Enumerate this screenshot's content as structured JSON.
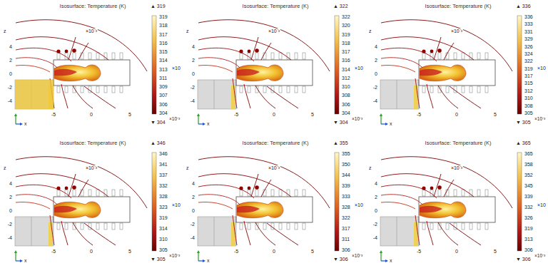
{
  "diagram": {
    "labels": [
      "Isosurface: Temperature (K)",
      "×10⁻³",
      "▲ 319",
      "319",
      "318",
      "317",
      "316",
      "315",
      "314",
      "313",
      "311",
      "309",
      "307",
      "306",
      "304",
      "▼ 304",
      "×10",
      "×10⁻³",
      "z",
      "4",
      "2",
      "0",
      "-2",
      "-4",
      "-5",
      "0",
      "5",
      "x",
      "Isosurface: Temperature (K)",
      "×10⁻³",
      "▲ 322",
      "322",
      "320",
      "319",
      "318",
      "317",
      "316",
      "314",
      "312",
      "310",
      "308",
      "306",
      "304",
      "▼ 304",
      "×10",
      "×10⁻³",
      "z",
      "4",
      "2",
      "0",
      "-2",
      "-4",
      "-5",
      "0",
      "5",
      "x",
      "Isosurface: Temperature (K)",
      "×10⁻³",
      "▲ 336",
      "336",
      "333",
      "331",
      "329",
      "326",
      "324",
      "322",
      "319",
      "317",
      "315",
      "312",
      "310",
      "308",
      "305",
      "▼ 305",
      "×10",
      "×10⁻³",
      "z",
      "4",
      "2",
      "0",
      "-2",
      "-4",
      "-5",
      "0",
      "5",
      "x",
      "Isosurface: Temperature (K)",
      "×10⁻³",
      "▲ 346",
      "346",
      "341",
      "337",
      "332",
      "328",
      "323",
      "319",
      "314",
      "310",
      "305",
      "▼ 305",
      "×10",
      "×10⁻³",
      "z",
      "4",
      "2",
      "0",
      "-2",
      "-4",
      "-5",
      "0",
      "5",
      "x",
      "Isosurface: Temperature (K)",
      "×10⁻³",
      "▲ 355",
      "355",
      "350",
      "344",
      "339",
      "333",
      "328",
      "322",
      "317",
      "311",
      "306",
      "▼ 306",
      "×10",
      "×10⁻³",
      "z",
      "4",
      "2",
      "0",
      "-2",
      "-4",
      "-5",
      "0",
      "5",
      "x",
      "Isosurface: Temperature (K)",
      "×10⁻³",
      "▲ 365",
      "365",
      "358",
      "352",
      "345",
      "339",
      "332",
      "326",
      "319",
      "313",
      "306",
      "▼ 306",
      "×10",
      "×10⁻³",
      "z",
      "4",
      "2",
      "0",
      "-2",
      "-4",
      "-5",
      "0",
      "5",
      "x"
    ]
  }
}
